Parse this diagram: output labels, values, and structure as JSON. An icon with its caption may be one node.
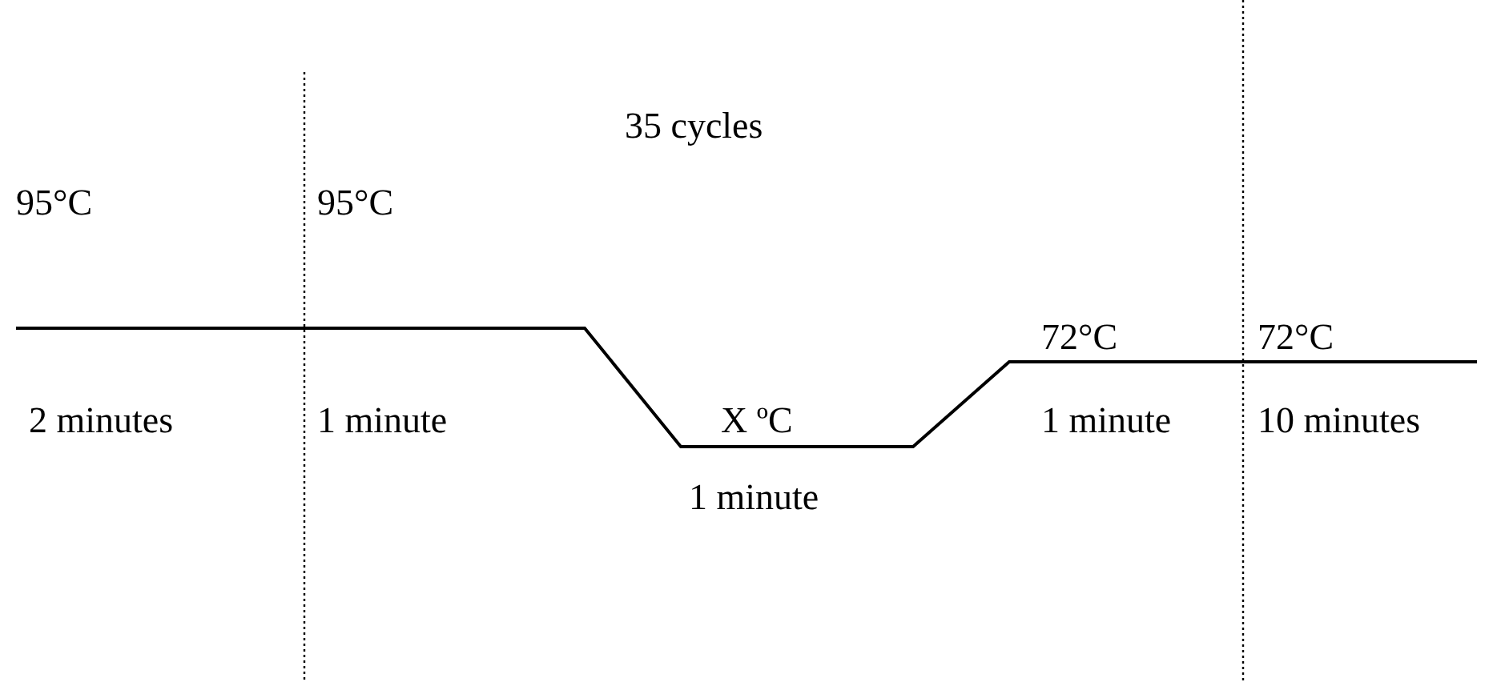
{
  "diagram": {
    "labels": [
      "35 cycles",
      "95°C",
      "95°C",
      "72°C",
      "72°C",
      "2 minutes",
      "1 minute",
      "X ºC",
      "1 minute",
      "10 minutes",
      "1 minute"
    ]
  }
}
